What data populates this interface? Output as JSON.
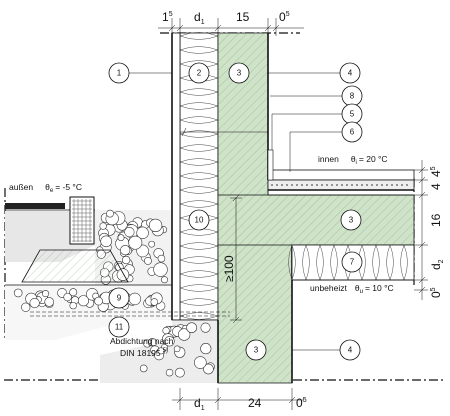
{
  "dimensions": {
    "top": [
      {
        "id": "top-1",
        "main": "1",
        "sup": "5"
      },
      {
        "id": "top-2",
        "main": "d",
        "sub": "1"
      },
      {
        "id": "top-3",
        "main": "15"
      },
      {
        "id": "top-4",
        "main": "0",
        "sup": "5"
      }
    ],
    "bottom": [
      {
        "id": "bot-1",
        "main": "d",
        "sub": "1"
      },
      {
        "id": "bot-2",
        "main": "24"
      },
      {
        "id": "bot-3",
        "main": "0",
        "sup": "5"
      }
    ],
    "right": [
      {
        "id": "right-1",
        "main": "4",
        "sup": "5"
      },
      {
        "id": "right-2",
        "main": "4"
      },
      {
        "id": "right-3",
        "main": "16"
      },
      {
        "id": "right-4",
        "main": "d",
        "sub": "2"
      },
      {
        "id": "right-5",
        "main": "0",
        "sup": "5"
      }
    ],
    "vertical": {
      "main": "≥100"
    }
  },
  "labels": {
    "outside": {
      "text": "außen",
      "theta": "θ",
      "sub": "e",
      "value": "= -5 °C"
    },
    "inside": {
      "text": "innen",
      "theta": "θ",
      "sub": "i",
      "value": "= 20 °C"
    },
    "unheated": {
      "text": "unbeheizt",
      "theta": "θ",
      "sub": "u",
      "value": "= 10 °C"
    },
    "seal_line1": "Abdichtung nach",
    "seal_line2": "DIN 18195",
    "seal_sup": "5)"
  },
  "callouts": [
    "1",
    "2",
    "3",
    "4",
    "8",
    "5",
    "6",
    "10",
    "3",
    "7",
    "9",
    "11",
    "3",
    "4"
  ]
}
